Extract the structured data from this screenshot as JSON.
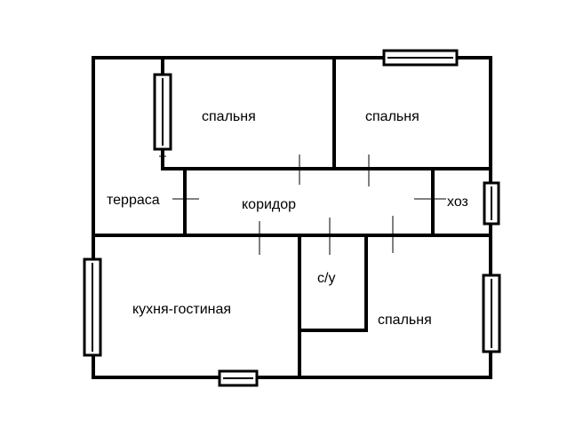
{
  "plan": {
    "rooms": {
      "bedroom_top_left": "спальня",
      "bedroom_top_right": "спальня",
      "terrace": "терраса",
      "corridor": "коридор",
      "storage": "хоз",
      "bathroom": "с/у",
      "kitchen_living": "кухня-гостиная",
      "bedroom_bottom_right": "спальня"
    },
    "colors": {
      "wall": "#000000",
      "background": "#ffffff"
    }
  }
}
